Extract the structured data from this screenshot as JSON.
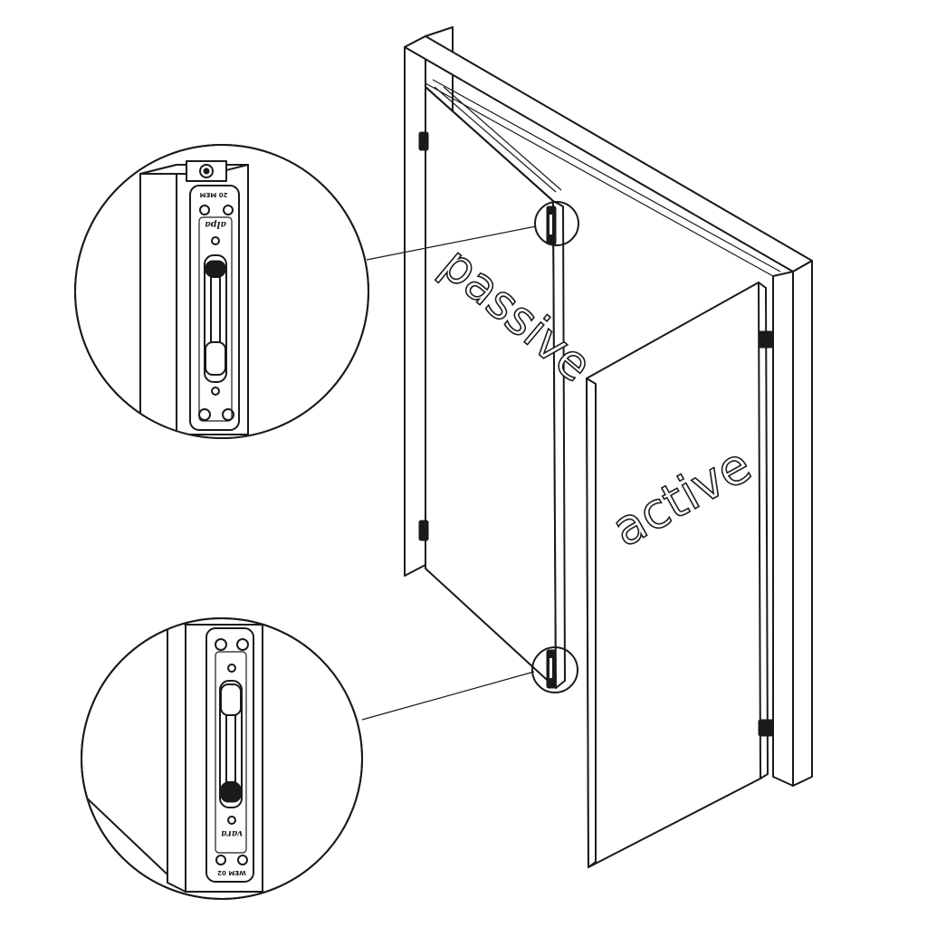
{
  "labels": {
    "passive": "passive",
    "active": "active"
  },
  "top_detail": {
    "code": "20 MEM",
    "brand": "alpa"
  },
  "bottom_detail": {
    "code": "WEM 02",
    "brand": "vara"
  },
  "colors": {
    "line": "#1a1a1a",
    "background": "#ffffff"
  }
}
